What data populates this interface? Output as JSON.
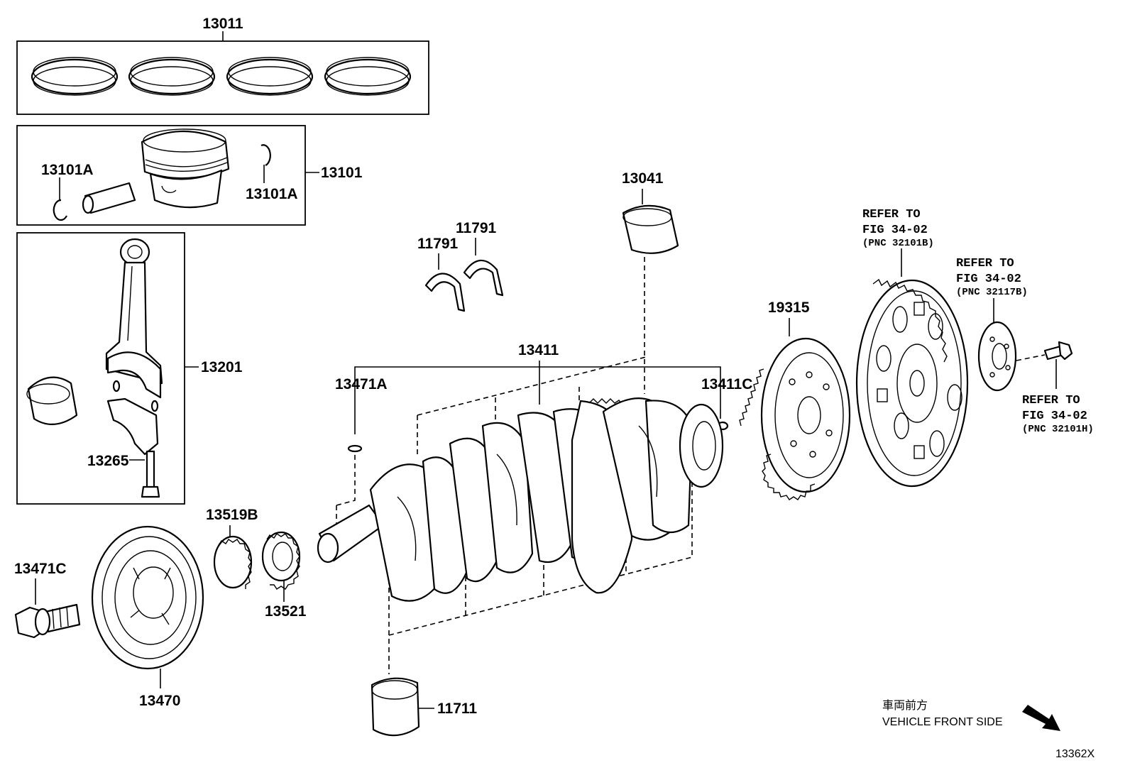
{
  "labels": {
    "p13011": "13011",
    "p13101": "13101",
    "p13101a_left": "13101A",
    "p13101a_right": "13101A",
    "p13201": "13201",
    "p13265": "13265",
    "p13041": "13041",
    "p11791_left": "11791",
    "p11791_right": "11791",
    "p13411": "13411",
    "p13471a": "13471A",
    "p13411c": "13411C",
    "p19315": "19315",
    "p13519b": "13519B",
    "p13521": "13521",
    "p13471c": "13471C",
    "p13470": "13470",
    "p11711": "11711"
  },
  "references": [
    {
      "line1": "REFER TO",
      "line2": "FIG 34-02",
      "pnc": "(PNC 32101B)"
    },
    {
      "line1": "REFER TO",
      "line2": "FIG 34-02",
      "pnc": "(PNC 32117B)"
    },
    {
      "line1": "REFER TO",
      "line2": "FIG 34-02",
      "pnc": "(PNC 32101H)"
    }
  ],
  "front_side": {
    "jp": "車両前方",
    "en": "VEHICLE FRONT SIDE"
  },
  "figure_code": "13362X"
}
